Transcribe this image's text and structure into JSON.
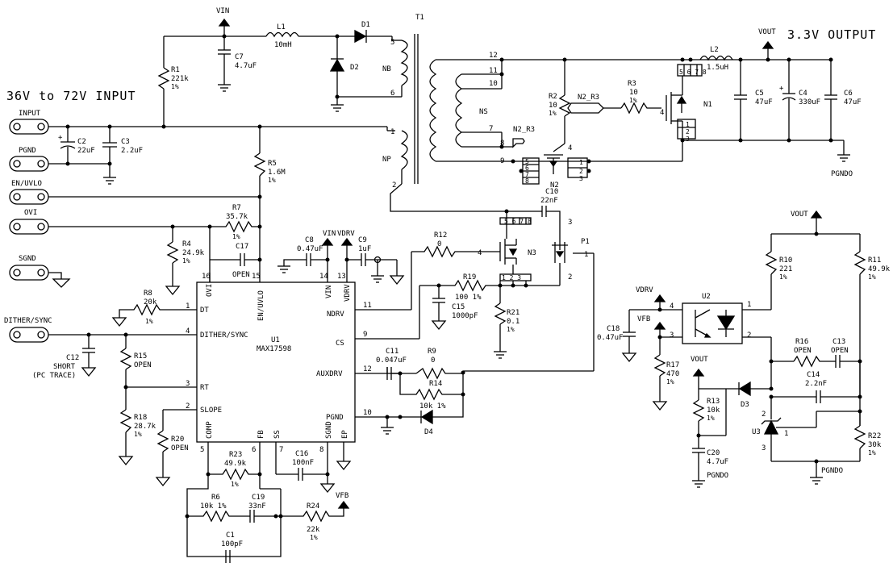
{
  "headings": {
    "input": "36V to 72V INPUT",
    "output": "3.3V OUTPUT"
  },
  "terminals": {
    "input": "INPUT",
    "pgnd": "PGND",
    "en_uvlo": "EN/UVLO",
    "ovi": "OVI",
    "sgnd": "SGND",
    "dither": "DITHER/SYNC"
  },
  "nets": {
    "vin": "VIN",
    "vout": "VOUT",
    "vdrv": "VDRV",
    "vfb": "VFB",
    "pgndo": "PGNDO",
    "n2_r3": "N2_R3"
  },
  "components": {
    "l1": {
      "ref": "L1",
      "value": "10mH"
    },
    "d1": {
      "ref": "D1"
    },
    "d2": {
      "ref": "D2"
    },
    "t1": {
      "ref": "T1",
      "nb": "NB",
      "np": "NP",
      "ns": "NS",
      "pins": [
        "5",
        "6",
        "1",
        "2",
        "12",
        "11",
        "10",
        "7",
        "8",
        "9"
      ]
    },
    "c7": {
      "ref": "C7",
      "value": "4.7uF"
    },
    "r1": {
      "ref": "R1",
      "value": "221k",
      "tol": "1%"
    },
    "c2": {
      "ref": "C2",
      "value": "22uF"
    },
    "c3": {
      "ref": "C3",
      "value": "2.2uF"
    },
    "r5": {
      "ref": "R5",
      "value": "1.6M",
      "tol": "1%"
    },
    "r7": {
      "ref": "R7",
      "value": "35.7k",
      "tol": "1%"
    },
    "r4": {
      "ref": "R4",
      "value": "24.9k",
      "tol": "1%"
    },
    "c17": {
      "ref": "C17",
      "value": "OPEN"
    },
    "c8": {
      "ref": "C8",
      "value": "0.47uF"
    },
    "c9": {
      "ref": "C9",
      "value": "1uF"
    },
    "r8": {
      "ref": "R8",
      "value": "20k",
      "tol": "1%"
    },
    "c12": {
      "ref": "C12",
      "value": "SHORT",
      "note": "(PC TRACE)"
    },
    "r15": {
      "ref": "R15",
      "value": "OPEN"
    },
    "r18": {
      "ref": "R18",
      "value": "28.7k",
      "tol": "1%"
    },
    "r20": {
      "ref": "R20",
      "value": "OPEN"
    },
    "r23": {
      "ref": "R23",
      "value": "49.9k",
      "tol": "1%"
    },
    "c16": {
      "ref": "C16",
      "value": "100nF"
    },
    "r6": {
      "ref": "R6",
      "value": "10k 1%"
    },
    "c19": {
      "ref": "C19",
      "value": "33nF"
    },
    "c1": {
      "ref": "C1",
      "value": "100pF"
    },
    "r24": {
      "ref": "R24",
      "value": "22k",
      "tol": "1%"
    },
    "u1": {
      "ref": "U1",
      "part": "MAX17598"
    },
    "r12": {
      "ref": "R12",
      "value": "0"
    },
    "r19": {
      "ref": "R19",
      "value": "100 1%"
    },
    "c15": {
      "ref": "C15",
      "value": "1000pF"
    },
    "r21": {
      "ref": "R21",
      "value": "0.1",
      "tol": "1%"
    },
    "n3": {
      "ref": "N3"
    },
    "p1": {
      "ref": "P1"
    },
    "c10": {
      "ref": "C10",
      "value": "22nF"
    },
    "c11": {
      "ref": "C11",
      "value": "0.047uF"
    },
    "r9": {
      "ref": "R9",
      "value": "0"
    },
    "r14": {
      "ref": "R14",
      "value": "10k 1%"
    },
    "d4": {
      "ref": "D4"
    },
    "r2": {
      "ref": "R2",
      "value": "10",
      "tol": "1%"
    },
    "r3": {
      "ref": "R3",
      "value": "10",
      "tol": "1%"
    },
    "n1": {
      "ref": "N1"
    },
    "n2": {
      "ref": "N2"
    },
    "l2": {
      "ref": "L2",
      "value": "1.5uH"
    },
    "c5": {
      "ref": "C5",
      "value": "47uF"
    },
    "c4": {
      "ref": "C4",
      "value": "330uF"
    },
    "c6": {
      "ref": "C6",
      "value": "47uF"
    },
    "u2": {
      "ref": "U2"
    },
    "c18": {
      "ref": "C18",
      "value": "0.47uF"
    },
    "r17": {
      "ref": "R17",
      "value": "470",
      "tol": "1%"
    },
    "r10": {
      "ref": "R10",
      "value": "221",
      "tol": "1%"
    },
    "r11": {
      "ref": "R11",
      "value": "49.9k",
      "tol": "1%"
    },
    "r16": {
      "ref": "R16",
      "value": "OPEN"
    },
    "c13": {
      "ref": "C13",
      "value": "OPEN"
    },
    "c14": {
      "ref": "C14",
      "value": "2.2nF"
    },
    "r13": {
      "ref": "R13",
      "value": "10k",
      "tol": "1%"
    },
    "c20": {
      "ref": "C20",
      "value": "4.7uF"
    },
    "d3": {
      "ref": "D3"
    },
    "u3": {
      "ref": "U3"
    },
    "r22": {
      "ref": "R22",
      "value": "30k",
      "tol": "1%"
    }
  },
  "u1_pins": {
    "ovi": "OVI",
    "en_uvlo": "EN/UVLO",
    "vin": "VIN",
    "vdrv": "VDRV",
    "dt": "DT",
    "dither_sync": "DITHER/SYNC",
    "rt": "RT",
    "slope": "SLOPE",
    "ndrv": "NDRV",
    "cs": "CS",
    "auxdrv": "AUXDRV",
    "pgnd": "PGND",
    "comp": "COMP",
    "fb": "FB",
    "ss": "SS",
    "sgnd": "SGND",
    "ep": "EP",
    "numbers": [
      "16",
      "15",
      "14",
      "13",
      "1",
      "4",
      "3",
      "2",
      "11",
      "9",
      "12",
      "10",
      "5",
      "6",
      "7",
      "8"
    ]
  }
}
